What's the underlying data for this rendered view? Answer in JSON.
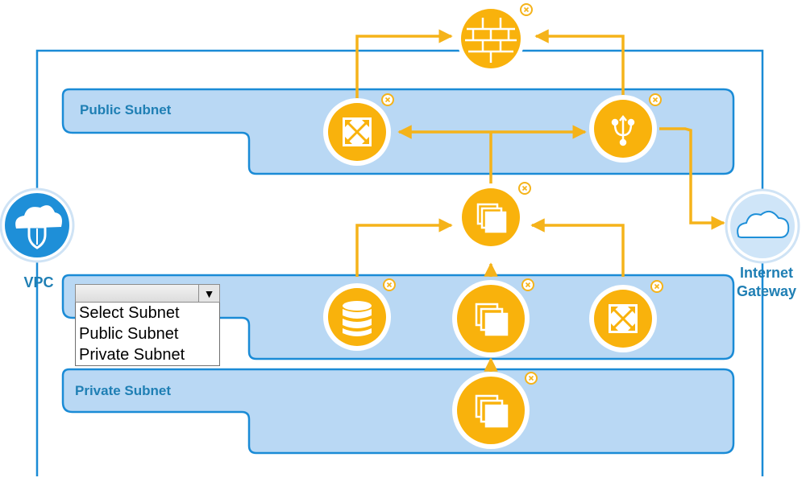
{
  "diagram": {
    "vpc_label": "VPC",
    "internet_gateway_label": [
      "Internet",
      "Gateway"
    ],
    "public_subnet_label": "Public Subnet",
    "private_subnet_label": "Private Subnet"
  },
  "dropdown": {
    "selected": "",
    "options": [
      "Select Subnet",
      "Public Subnet",
      "Private Subnet"
    ]
  },
  "nodes": [
    {
      "id": "firewall",
      "icon": "firewall-icon"
    },
    {
      "id": "public-router",
      "icon": "router-icon"
    },
    {
      "id": "nat-gateway",
      "icon": "nat-gateway-icon"
    },
    {
      "id": "app-instances",
      "icon": "instances-icon"
    },
    {
      "id": "database",
      "icon": "database-icon"
    },
    {
      "id": "mid-instances",
      "icon": "instances-icon"
    },
    {
      "id": "private-router",
      "icon": "router-icon"
    },
    {
      "id": "private-instances",
      "icon": "instances-icon"
    },
    {
      "id": "vpc",
      "icon": "vpc-cloud-shield-icon"
    },
    {
      "id": "internet-gateway",
      "icon": "cloud-icon"
    }
  ],
  "colors": {
    "vpc_line": "#1a8bd6",
    "subnet_fill": "#b9d8f4",
    "subnet_border": "#1a8bd6",
    "node_fill": "#f9b20c",
    "arrow": "#f5b31a",
    "label": "#1f7fb4"
  }
}
